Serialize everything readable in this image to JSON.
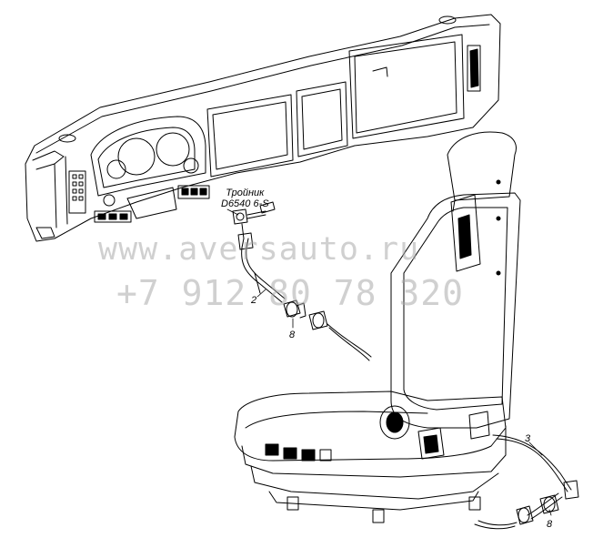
{
  "watermark": {
    "url": "www.aversauto.ru",
    "phone": "+7 912 80 78 320"
  },
  "labels": {
    "tee_title": "Тройник",
    "tee_code": "D6540 6-S"
  },
  "callouts": {
    "hose_left": "2",
    "fitting_left": "8",
    "hose_right": "3",
    "fitting_right": "8"
  }
}
